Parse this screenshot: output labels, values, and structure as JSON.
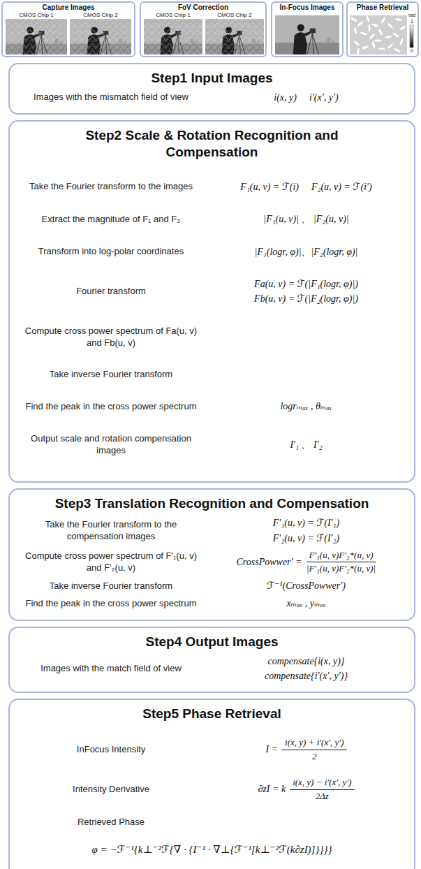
{
  "diagram": {
    "nodes": [
      {
        "text": [
          "Capture Images"
        ]
      },
      {
        "text": [
          "FoV Correction"
        ]
      },
      {
        "text": [
          "In-Focus Images"
        ]
      },
      {
        "text": [
          "Phase Retrieval"
        ]
      },
      {
        "text": [
          "Step1 Input Images",
          "Images with the mismatch field of view",
          "i(x, y)",
          "i′(x′, y′)"
        ]
      },
      {
        "text": [
          "Step2 Scale & Rotation Recognition and Compensation",
          "Take the Fourier transform to the images",
          "F₁(u, v) = ℱ(i)",
          "F₂(u, v) = ℱ(i′)",
          "Extract the magnitude of F₁ and F₂",
          "|F₁(u, v)| 、 |F₂(u, v)|",
          "Transform into log-polar coordinates",
          "|F₁(logr, φ)|、|F₂(logr, φ)|",
          "Fourier transform",
          "Fa(u, v) = ℱ(|F₁(logr, φ)|)",
          "Fb(u, v) = ℱ(|F₂(logr, φ)|)",
          "Compute cross power spectrum of Fa(u, v) and Fb(u, v)",
          "Take inverse Fourier transform",
          "Find the peak in the cross power spectrum",
          "logrₘₐₓ , θₘₐₓ",
          "Output scale and rotation compensation images",
          "I′₁ 、 I′₂"
        ]
      },
      {
        "text": [
          "Step3 Translation Recognition and Compensation",
          "Take the Fourier transform to the compensation images",
          "F′₁(u, v) = ℱ(I′₁)",
          "F′₂(u, v) = ℱ(I′₂)",
          "Compute cross power spectrum of F′₁(u, v) and F′₂(u, v)",
          "CrossPowwer′ =",
          "F′₁(u, v)F′₂*(u, v)",
          "|F′₁(u, v)F′₂*(u, v)|",
          "Take inverse Fourier transform",
          "ℱ⁻¹(CrossPowwer′)",
          "Find the peak in the cross power spectrum",
          "xₘₐₓ , yₘₐₓ"
        ]
      },
      {
        "text": [
          "Step4 Output Images",
          "Images with the match field of view",
          "compensate{i(x, y)}",
          "compensate{i′(x′, y′)}"
        ]
      },
      {
        "text": [
          "Step5 Phase Retrieval",
          "InFocus Intensity",
          "I =",
          "i(x, y) + i′(x′, y′)",
          "2",
          "Intensity Derivative",
          "∂zI = k",
          "i(x, y) − i′(x′, y′)",
          "2Δz",
          "Retrieved Phase",
          "φ = −ℱ⁻¹{k⊥⁻²ℱ{∇ · {I⁻¹ · ∇⊥{ℱ⁻¹[k⊥⁻²ℱ(k∂zI)]}}}}"
        ]
      }
    ],
    "labels": [
      "CMOS Chip 1",
      "CMOS Chip 2",
      "CMOS Chip 1",
      "CMOS Chip 2",
      "rad",
      "1",
      "0"
    ]
  }
}
